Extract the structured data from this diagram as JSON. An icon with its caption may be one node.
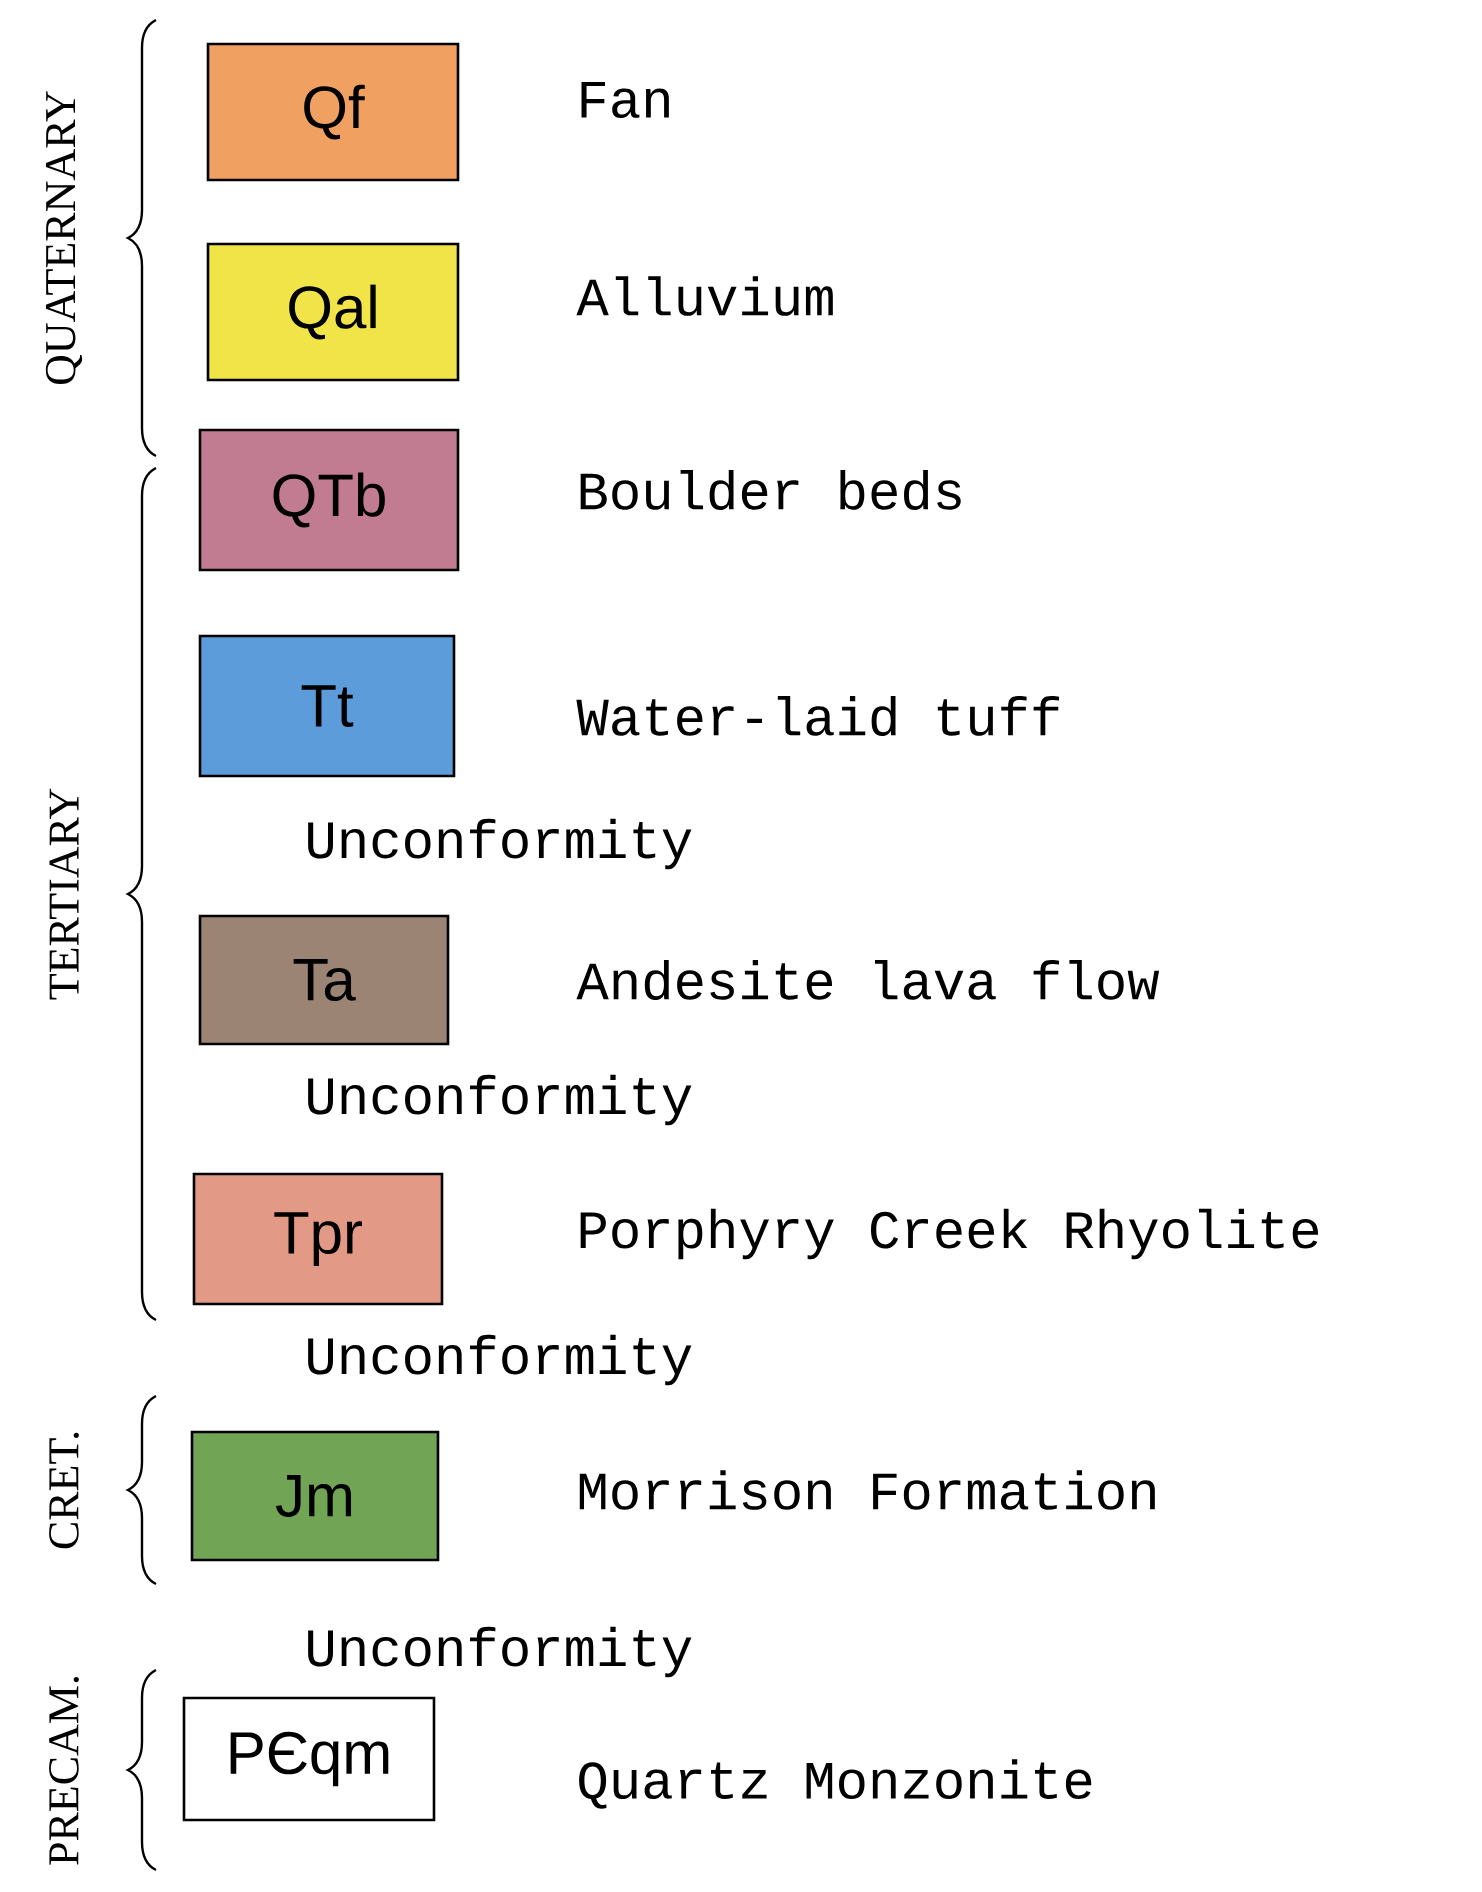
{
  "diagram": {
    "nodes": [
      {
        "text": [
          "Qf"
        ],
        "beside": [
          "Fan"
        ]
      },
      {
        "text": [
          "Qal"
        ],
        "beside": [
          "Alluvium"
        ]
      },
      {
        "text": [
          "QTb"
        ],
        "beside": [
          "Boulder beds"
        ]
      },
      {
        "text": [
          "Tt"
        ],
        "beside": [
          "Water-laid tuff"
        ]
      },
      {
        "text": [
          "Ta"
        ],
        "beside": [
          "Andesite lava flow"
        ]
      },
      {
        "text": [
          "Tpr"
        ],
        "beside": [
          "Porphyry Creek Rhyolite"
        ]
      },
      {
        "text": [
          "Jm"
        ],
        "beside": [
          "Morrison Formation"
        ]
      },
      {
        "text": [
          "PЄqm"
        ],
        "beside": [
          "Quartz Monzonite"
        ]
      }
    ],
    "labels": [
      "QUATERNARY",
      "TERTIARY",
      "Unconformity",
      "Unconformity",
      "Unconformity",
      "CRET.",
      "Unconformity",
      "PRECAM."
    ]
  }
}
